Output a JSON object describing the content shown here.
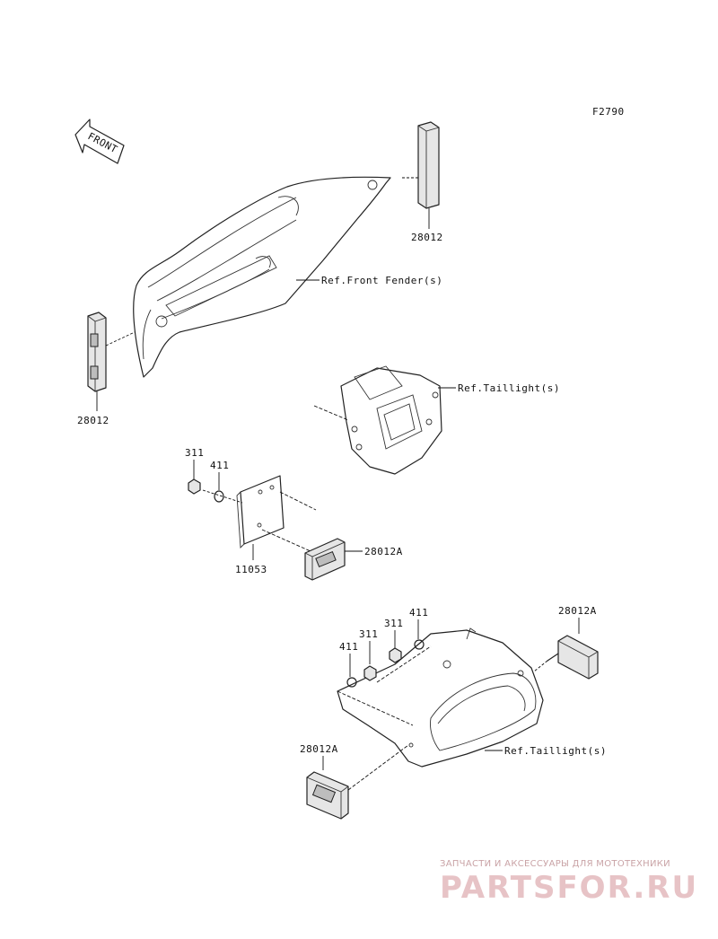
{
  "figure_code": "F2790",
  "front_arrow": "FRONT",
  "callouts": {
    "reflector_front_right": "28012",
    "reflector_front_left": "28012",
    "ref_front_fender": "Ref.Front Fender(s)",
    "ref_taillight_upper": "Ref.Taillight(s)",
    "ref_taillight_lower": "Ref.Taillight(s)",
    "nut_upper": "311",
    "washer_upper": "411",
    "bracket": "11053",
    "reflector_rear_mid": "28012A",
    "washer_lower_right": "411",
    "nut_lower_right": "311",
    "washer_lower_left": "411",
    "reflector_rear_right": "28012A",
    "reflector_rear_left": "28012A"
  },
  "watermark": {
    "tagline": "ЗАПЧАСТИ И АКСЕССУАРЫ ДЛЯ МОТОТЕХНИКИ",
    "brand": "PARTSFOR.RU"
  },
  "icons": {
    "front_arrow": "arrow-left-icon"
  }
}
